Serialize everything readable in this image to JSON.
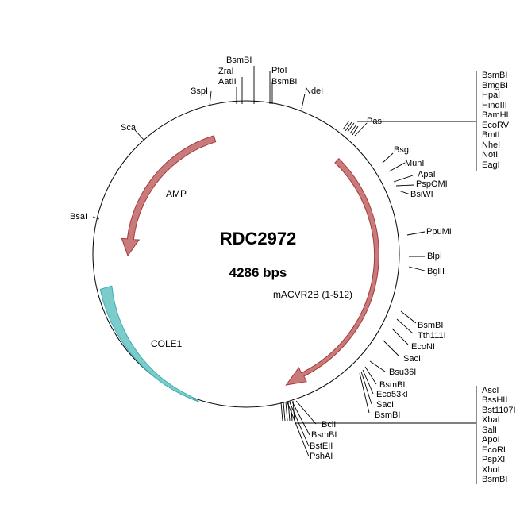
{
  "plasmid": {
    "name": "RDC2972",
    "size_label": "4286 bps"
  },
  "colors": {
    "backbone": "#000000",
    "gene_arrow": "#c97a7a",
    "gene_arrow_stroke": "#a33a3a",
    "origin": "#7ccccc",
    "origin_stroke": "#3aaeb0"
  },
  "features": [
    {
      "id": "amp",
      "label": "AMP",
      "type": "arrow",
      "color": "gene"
    },
    {
      "id": "macvr2b",
      "label": "mACVR2B (1-512)",
      "type": "arrow",
      "color": "gene"
    },
    {
      "id": "cole1",
      "label": "COLE1",
      "type": "block",
      "color": "origin"
    }
  ],
  "sites": [
    {
      "id": "bsmbi-top",
      "label": "BsmBI"
    },
    {
      "id": "zrai",
      "label": "ZraI"
    },
    {
      "id": "aatii",
      "label": "AatII"
    },
    {
      "id": "sspi",
      "label": "SspI"
    },
    {
      "id": "pfoi",
      "label": "PfoI"
    },
    {
      "id": "bsmbi-top2",
      "label": "BsmBI"
    },
    {
      "id": "ndei",
      "label": "NdeI"
    },
    {
      "id": "scai",
      "label": "ScaI"
    },
    {
      "id": "bsai",
      "label": "BsaI"
    },
    {
      "id": "pasi",
      "label": "PasI"
    },
    {
      "id": "bsgi",
      "label": "BsgI"
    },
    {
      "id": "muni",
      "label": "MunI"
    },
    {
      "id": "apai",
      "label": "ApaI"
    },
    {
      "id": "pspomi",
      "label": "PspOMI"
    },
    {
      "id": "bsiwi",
      "label": "BsiWI"
    },
    {
      "id": "ppumi",
      "label": "PpuMI"
    },
    {
      "id": "blpi",
      "label": "BlpI"
    },
    {
      "id": "bglii",
      "label": "BglII"
    },
    {
      "id": "bsmbi-r1",
      "label": "BsmBI"
    },
    {
      "id": "tth111i",
      "label": "Tth111I"
    },
    {
      "id": "econi",
      "label": "EcoNI"
    },
    {
      "id": "sacii",
      "label": "SacII"
    },
    {
      "id": "bsu36i",
      "label": "Bsu36I"
    },
    {
      "id": "bsmbi-r2",
      "label": "BsmBI"
    },
    {
      "id": "eco53ki",
      "label": "Eco53kI"
    },
    {
      "id": "saci",
      "label": "SacI"
    },
    {
      "id": "bsmbi-r3",
      "label": "BsmBI"
    },
    {
      "id": "bcli",
      "label": "BclI"
    },
    {
      "id": "bsmbi-b",
      "label": "BsmBI"
    },
    {
      "id": "bsteii",
      "label": "BstEII"
    },
    {
      "id": "pshai",
      "label": "PshAI"
    }
  ],
  "site_groups": [
    {
      "id": "mcs-upper",
      "labels": [
        "BsmBI",
        "BmgBI",
        "HpaI",
        "HindIII",
        "BamHI",
        "EcoRV",
        "BmtI",
        "NheI",
        "NotI",
        "EagI"
      ]
    },
    {
      "id": "mcs-lower",
      "labels": [
        "AscI",
        "BssHII",
        "Bst1107I",
        "XbaI",
        "SalI",
        "ApoI",
        "EcoRI",
        "PspXI",
        "XhoI",
        "BsmBI"
      ]
    }
  ]
}
